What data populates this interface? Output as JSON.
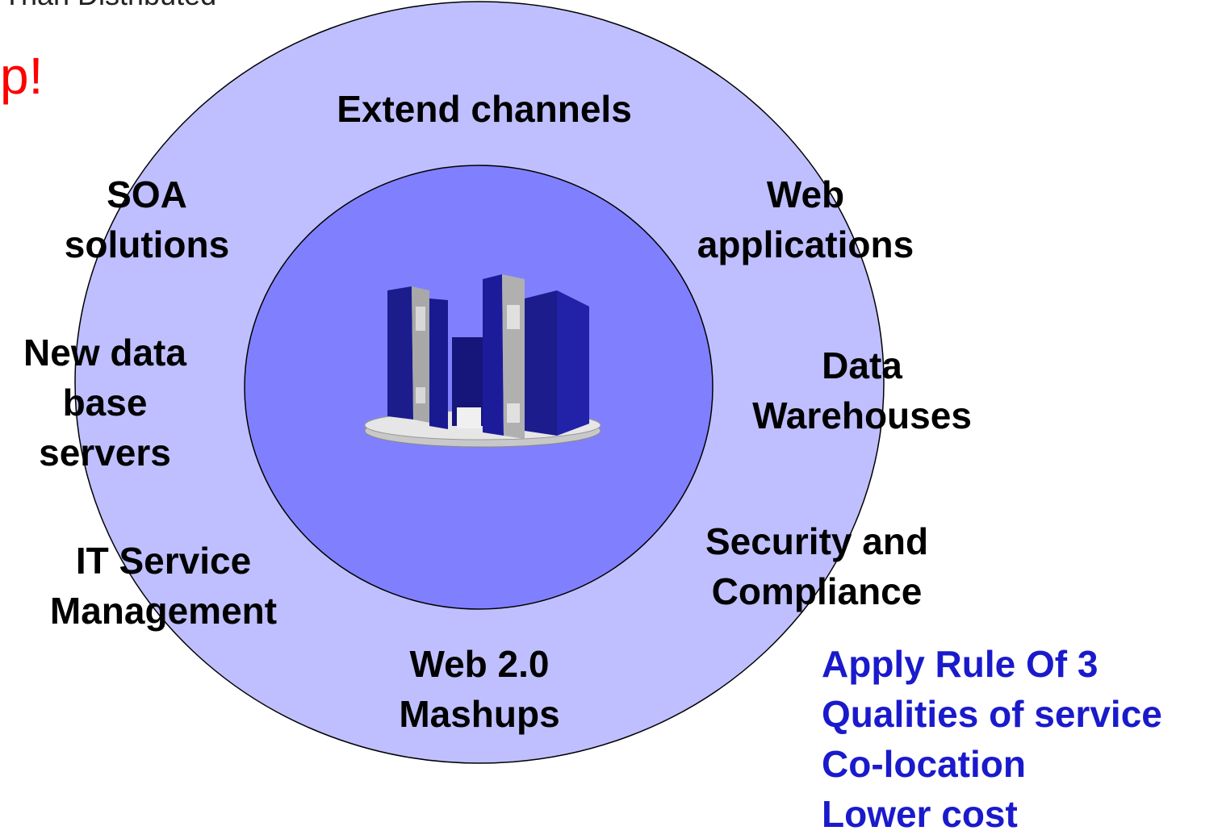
{
  "header": {
    "subtitle_fragment": "Than Distributed",
    "headline_fragment": "p!"
  },
  "center_image": {
    "name": "server-cluster-icon"
  },
  "workloads": {
    "extend_channels": [
      "Extend channels"
    ],
    "soa_solutions": [
      "SOA",
      "solutions"
    ],
    "web_applications": [
      "Web",
      "applications"
    ],
    "new_data_base_servers": [
      "New data",
      "base",
      "servers"
    ],
    "data_warehouses": [
      "Data",
      "Warehouses"
    ],
    "it_service_management": [
      "IT Service",
      "Management"
    ],
    "security_compliance": [
      "Security and",
      "Compliance"
    ],
    "web20_mashups": [
      "Web 2.0",
      "Mashups"
    ]
  },
  "benefits": [
    "Apply Rule Of 3",
    "Qualities of service",
    "Co-location",
    "Lower cost"
  ],
  "colors": {
    "outer_ring": "#bfbfff",
    "inner_circle": "#8080ff",
    "headline": "#ff0000",
    "benefits_text": "#1a1acc",
    "label_text": "#000000",
    "server_blue": "#1c1c8c",
    "server_grey": "#a8a8a8"
  }
}
